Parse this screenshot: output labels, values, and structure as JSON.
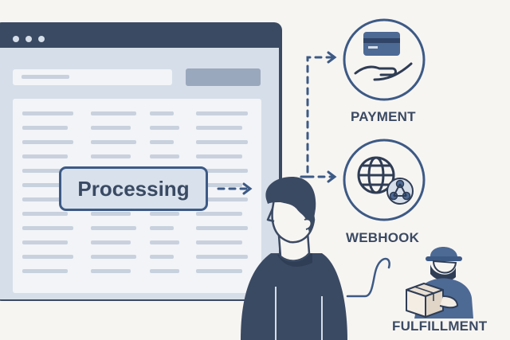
{
  "status_badge": {
    "text": "Processing"
  },
  "services": [
    {
      "label": "PAYMENT",
      "icon": "credit-card-hand-icon"
    },
    {
      "label": "WEBHOOK",
      "icon": "globe-webhook-icon"
    },
    {
      "label": "FULFILLMENT",
      "icon": "delivery-worker-icon"
    }
  ],
  "colors": {
    "background": "#f7f5f2",
    "window_frame": "#3b4a63",
    "window_body": "#d6dee9",
    "skeleton": "#f2f4f8",
    "accent": "#3d5a85",
    "text": "#3b4a63"
  }
}
